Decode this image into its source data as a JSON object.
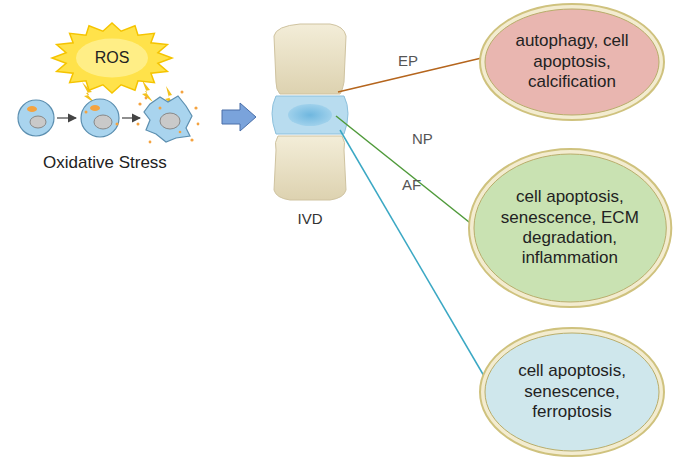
{
  "diagram": {
    "nodes": [
      {
        "text": [
          "ROS"
        ]
      },
      {
        "text": [
          "autophagy, cell apoptosis, calcification"
        ]
      },
      {
        "text": [
          "cell apoptosis, senescence, ECM degradation, inflammation"
        ]
      },
      {
        "text": [
          "cell apoptosis, senescence, ferroptosis"
        ]
      }
    ],
    "labels": [
      "Oxidative Stress",
      "IVD",
      "EP",
      "NP",
      "AF"
    ]
  }
}
